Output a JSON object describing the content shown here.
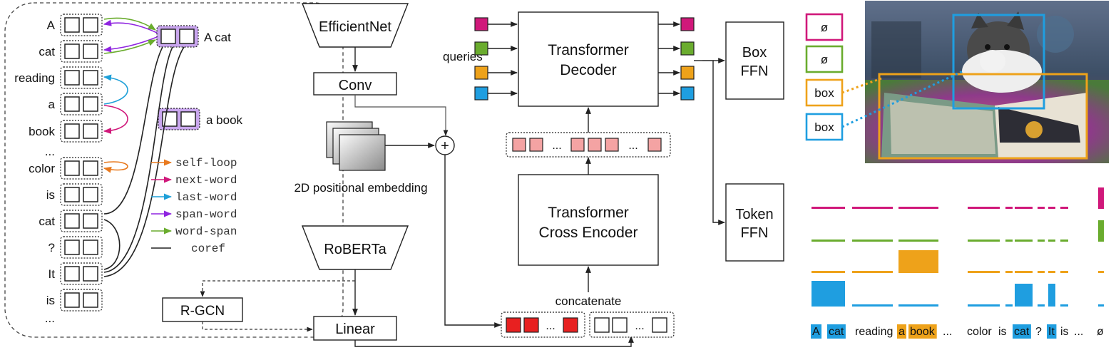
{
  "colors": {
    "purple": "#8f24e0",
    "green": "#6aac2e",
    "cyan": "#1fa0d8",
    "magenta": "#d0187a",
    "orange": "#e87a1f",
    "gold": "#eea21a",
    "blue": "#1f9ee0",
    "red": "#e82020",
    "pink": "#f4a3a3",
    "lavender": "#c9a6ee"
  },
  "graph": {
    "words": [
      "A",
      "cat",
      "reading",
      "a",
      "book",
      "...",
      "color",
      "is",
      "cat",
      "?",
      "It",
      "is",
      "..."
    ],
    "span_nodes": [
      "A cat",
      "a book"
    ],
    "legend": [
      {
        "label": "self-loop",
        "color": "#e87a1f"
      },
      {
        "label": "next-word",
        "color": "#d0187a"
      },
      {
        "label": "last-word",
        "color": "#1fa0d8"
      },
      {
        "label": "span-word",
        "color": "#8f24e0"
      },
      {
        "label": "word-span",
        "color": "#6aac2e"
      },
      {
        "label": "coref",
        "color": "#222222"
      }
    ]
  },
  "modules": {
    "efficientnet": "EfficientNet",
    "conv": "Conv",
    "pos_embed": "2D positional embedding",
    "roberta": "RoBERTa",
    "rgcn": "R-GCN",
    "linear": "Linear",
    "cross_encoder": [
      "Transformer",
      "Cross Encoder"
    ],
    "decoder": [
      "Transformer",
      "Decoder"
    ],
    "queries": "queries",
    "concatenate": "concatenate",
    "ellipsis": "...",
    "plus": "+",
    "box_ffn": [
      "Box",
      "FFN"
    ],
    "token_ffn": [
      "Token",
      "FFN"
    ]
  },
  "outputs": {
    "query_colors": [
      "#d0187a",
      "#6aac2e",
      "#eea21a",
      "#1f9ee0"
    ],
    "box_labels": [
      "ø",
      "ø",
      "box",
      "box"
    ],
    "token_words": [
      "A",
      "cat",
      "reading",
      "a",
      "book",
      "...",
      "color",
      "is",
      "cat",
      "?",
      "It",
      "is",
      "...",
      "ø"
    ],
    "token_highlight": [
      "blue",
      "blue",
      "none",
      "gold",
      "gold",
      "none",
      "none",
      "none",
      "blue",
      "none",
      "blue",
      "none",
      "none",
      "none"
    ],
    "icons": [
      "cat-photo-icon",
      "book-icon"
    ]
  }
}
